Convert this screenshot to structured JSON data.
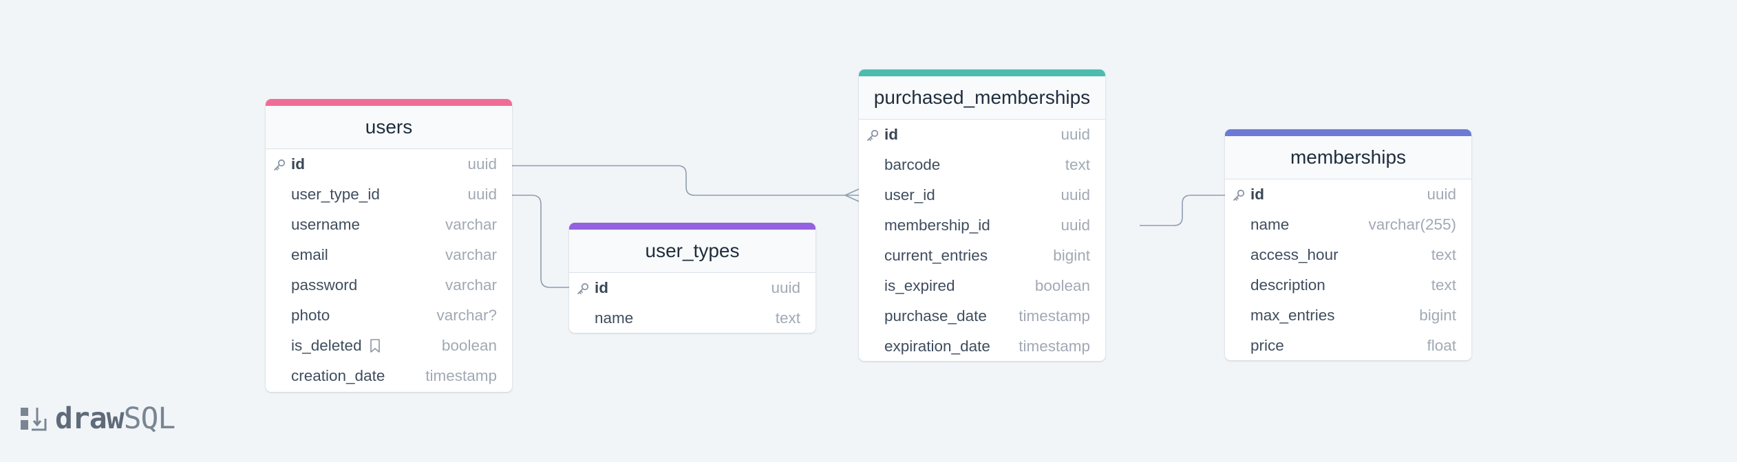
{
  "brand": {
    "part1": "draw",
    "part2": "SQL"
  },
  "colors": {
    "users": "#f06c96",
    "user_types": "#9461e0",
    "purchased_memberships": "#4cbcb0",
    "memberships": "#6c7ad6",
    "line": "#8f9dae"
  },
  "tables": {
    "users": {
      "name": "users",
      "columns": [
        {
          "name": "id",
          "type": "uuid",
          "pk": true
        },
        {
          "name": "user_type_id",
          "type": "uuid"
        },
        {
          "name": "username",
          "type": "varchar"
        },
        {
          "name": "email",
          "type": "varchar"
        },
        {
          "name": "password",
          "type": "varchar"
        },
        {
          "name": "photo",
          "type": "varchar?"
        },
        {
          "name": "is_deleted",
          "type": "boolean",
          "note_icon": "bookmark-icon"
        },
        {
          "name": "creation_date",
          "type": "timestamp"
        }
      ]
    },
    "user_types": {
      "name": "user_types",
      "columns": [
        {
          "name": "id",
          "type": "uuid",
          "pk": true
        },
        {
          "name": "name",
          "type": "text"
        }
      ]
    },
    "purchased_memberships": {
      "name": "purchased_memberships",
      "columns": [
        {
          "name": "id",
          "type": "uuid",
          "pk": true
        },
        {
          "name": "barcode",
          "type": "text"
        },
        {
          "name": "user_id",
          "type": "uuid"
        },
        {
          "name": "membership_id",
          "type": "uuid"
        },
        {
          "name": "current_entries",
          "type": "bigint"
        },
        {
          "name": "is_expired",
          "type": "boolean"
        },
        {
          "name": "purchase_date",
          "type": "timestamp"
        },
        {
          "name": "expiration_date",
          "type": "timestamp"
        }
      ]
    },
    "memberships": {
      "name": "memberships",
      "columns": [
        {
          "name": "id",
          "type": "uuid",
          "pk": true
        },
        {
          "name": "name",
          "type": "varchar(255)"
        },
        {
          "name": "access_hour",
          "type": "text"
        },
        {
          "name": "description",
          "type": "text"
        },
        {
          "name": "max_entries",
          "type": "bigint"
        },
        {
          "name": "price",
          "type": "float"
        }
      ]
    }
  }
}
